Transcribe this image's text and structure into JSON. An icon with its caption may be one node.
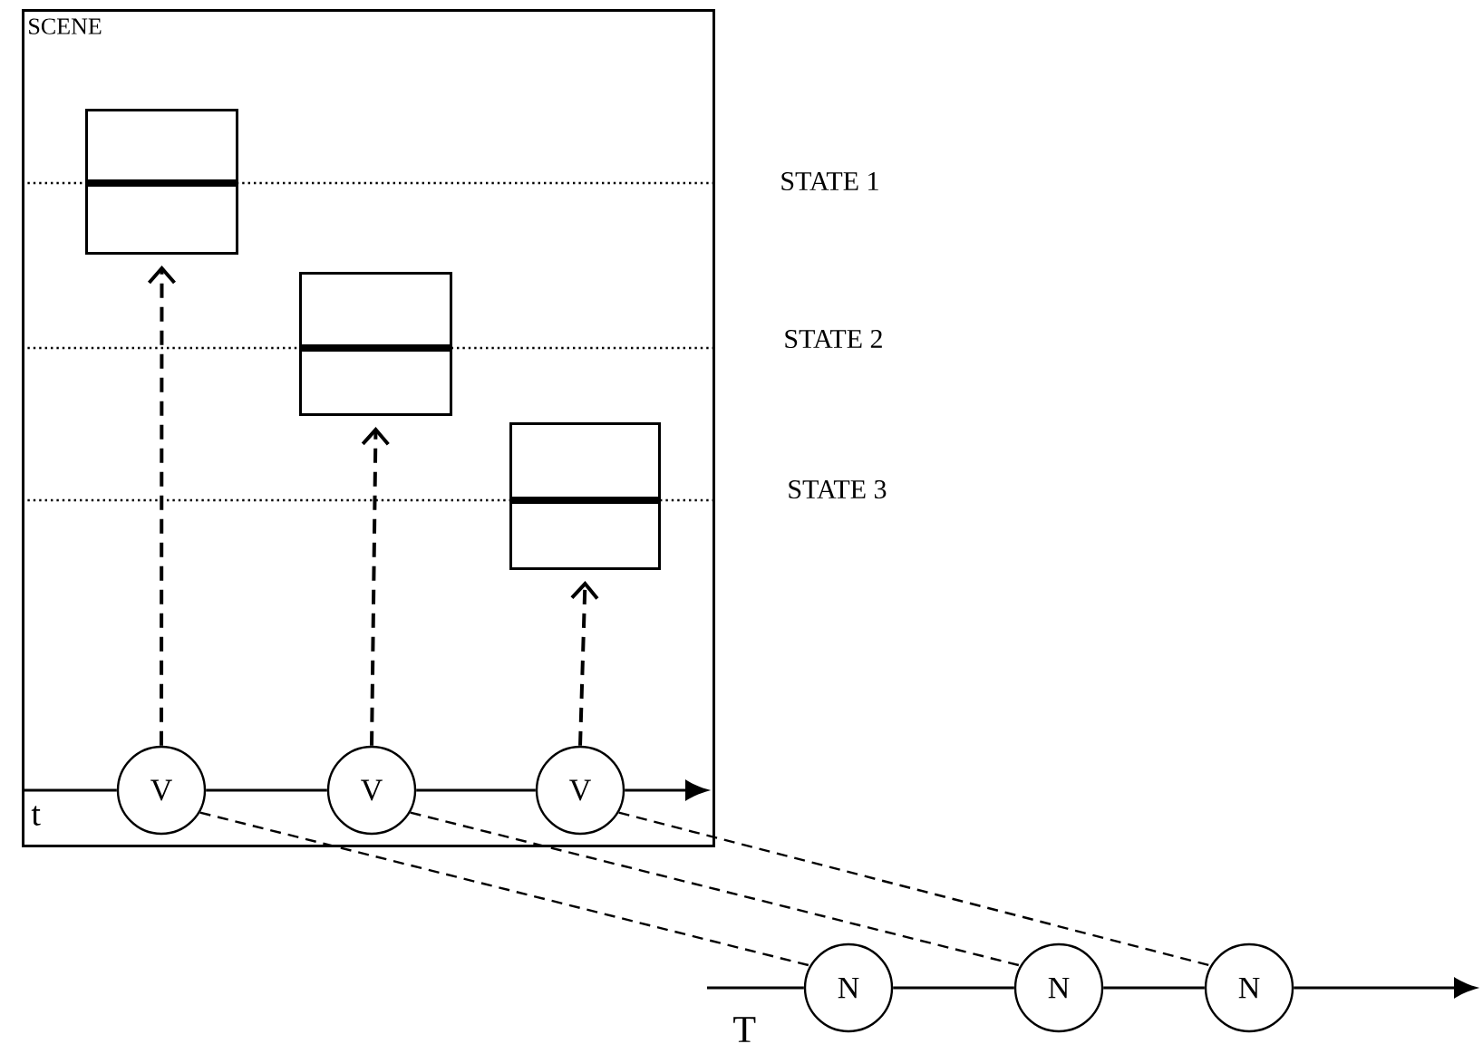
{
  "diagram": {
    "nodes": [
      {
        "text": [
          "SCENE"
        ]
      },
      {
        "text": [],
        "shape": "box",
        "in": 0
      },
      {
        "text": [],
        "shape": "box",
        "in": 0
      },
      {
        "text": [],
        "shape": "box",
        "in": 0
      },
      {
        "text": [
          "V"
        ],
        "in": 0
      },
      {
        "text": [
          "V"
        ],
        "in": 0
      },
      {
        "text": [
          "V"
        ],
        "in": 0
      },
      {
        "text": [
          "N"
        ]
      },
      {
        "text": [
          "N"
        ]
      },
      {
        "text": [
          "N"
        ]
      }
    ],
    "edges": [
      {
        "from": 4,
        "to": 1,
        "arrow": "to",
        "style": "dashed"
      },
      {
        "from": 5,
        "to": 2,
        "arrow": "to",
        "style": "dashed"
      },
      {
        "from": 6,
        "to": 3,
        "arrow": "to",
        "style": "dashed"
      },
      {
        "from": null,
        "to": 4,
        "arrow": "none"
      },
      {
        "from": 4,
        "to": 5,
        "arrow": "none"
      },
      {
        "from": 5,
        "to": 6,
        "arrow": "none"
      },
      {
        "from": 6,
        "to": null,
        "arrow": "to"
      },
      {
        "from": 4,
        "to": 7,
        "arrow": "none",
        "style": "dashed"
      },
      {
        "from": 5,
        "to": 8,
        "arrow": "none",
        "style": "dashed"
      },
      {
        "from": 6,
        "to": 9,
        "arrow": "none",
        "style": "dashed"
      },
      {
        "from": null,
        "to": 7,
        "arrow": "none"
      },
      {
        "from": 7,
        "to": 8,
        "arrow": "none"
      },
      {
        "from": 8,
        "to": 9,
        "arrow": "none"
      },
      {
        "from": 9,
        "to": null,
        "arrow": "to"
      }
    ],
    "labels": [
      "STATE 1",
      "STATE 2",
      "STATE 3",
      "t",
      "T"
    ]
  }
}
